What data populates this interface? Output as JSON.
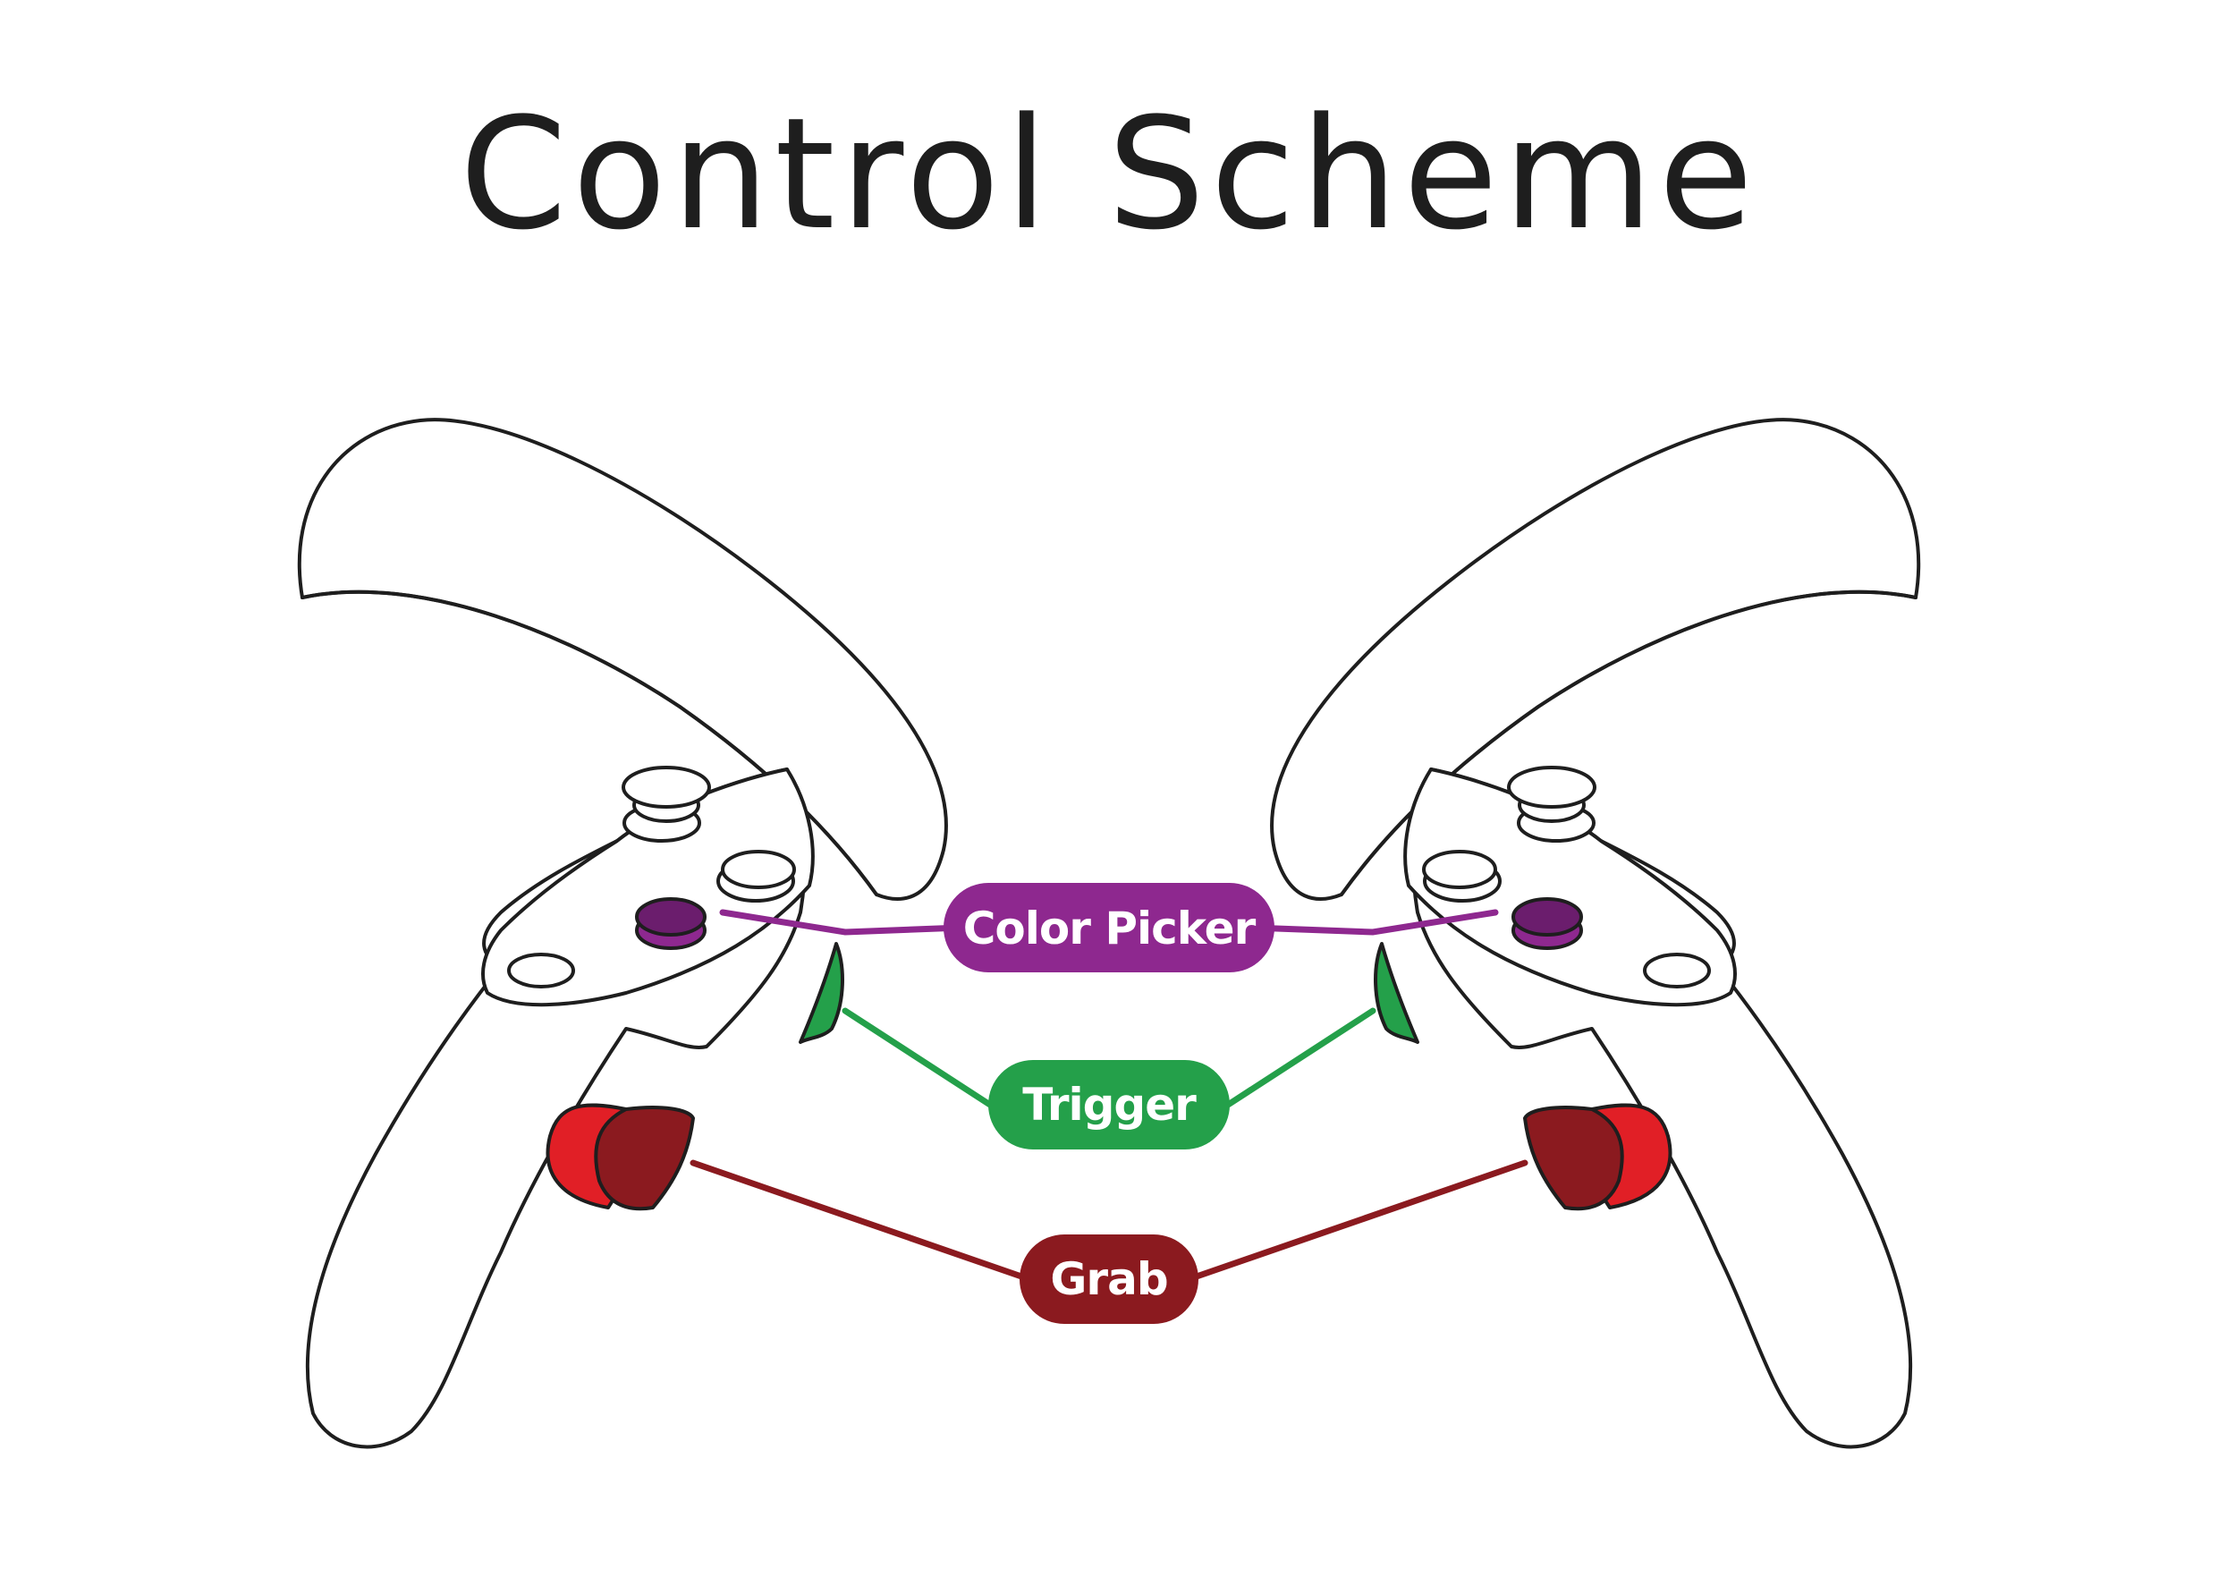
{
  "title": "Control Scheme",
  "labels": {
    "color_picker": "Color Picker",
    "trigger": "Trigger",
    "grab": "Grab"
  },
  "colors": {
    "outline": "#1e1e1e",
    "color_picker": "#8e288f",
    "trigger": "#24a04a",
    "grab": "#8b1a1f",
    "grab_button": "#e11f26"
  }
}
